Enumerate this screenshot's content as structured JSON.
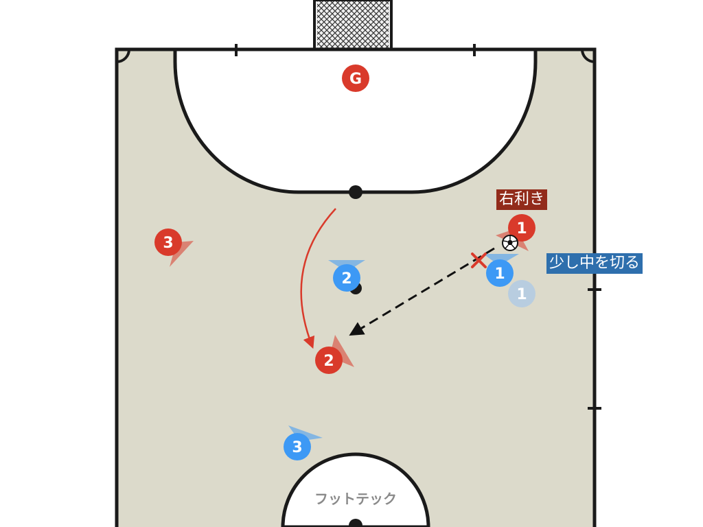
{
  "colors": {
    "court_fill": "#dcdacb",
    "line": "#1a1a1a",
    "area_fill": "#ffffff",
    "attack_team": "#d93a2b",
    "defense_team": "#3d99f5",
    "defense_ghost": "#b8cde0",
    "pass_arrow": "#111111",
    "run_arrow": "#d93a2b",
    "tag_red": "#922b1b",
    "tag_blue": "#2e6fad"
  },
  "players": {
    "attack_goalkeeper": "G",
    "attack_1": "1",
    "attack_2": "2",
    "attack_3": "3",
    "defense_1": "1",
    "defense_1_previous": "1",
    "defense_2": "2",
    "defense_3": "3"
  },
  "annotations": {
    "right_footed": "右利き",
    "cut_inside": "少し中を切る"
  },
  "watermark": "フットテック",
  "icons": {
    "ball": "soccer-ball-icon",
    "cross": "cross-mark-icon",
    "goal_net": "goal-net-icon"
  }
}
